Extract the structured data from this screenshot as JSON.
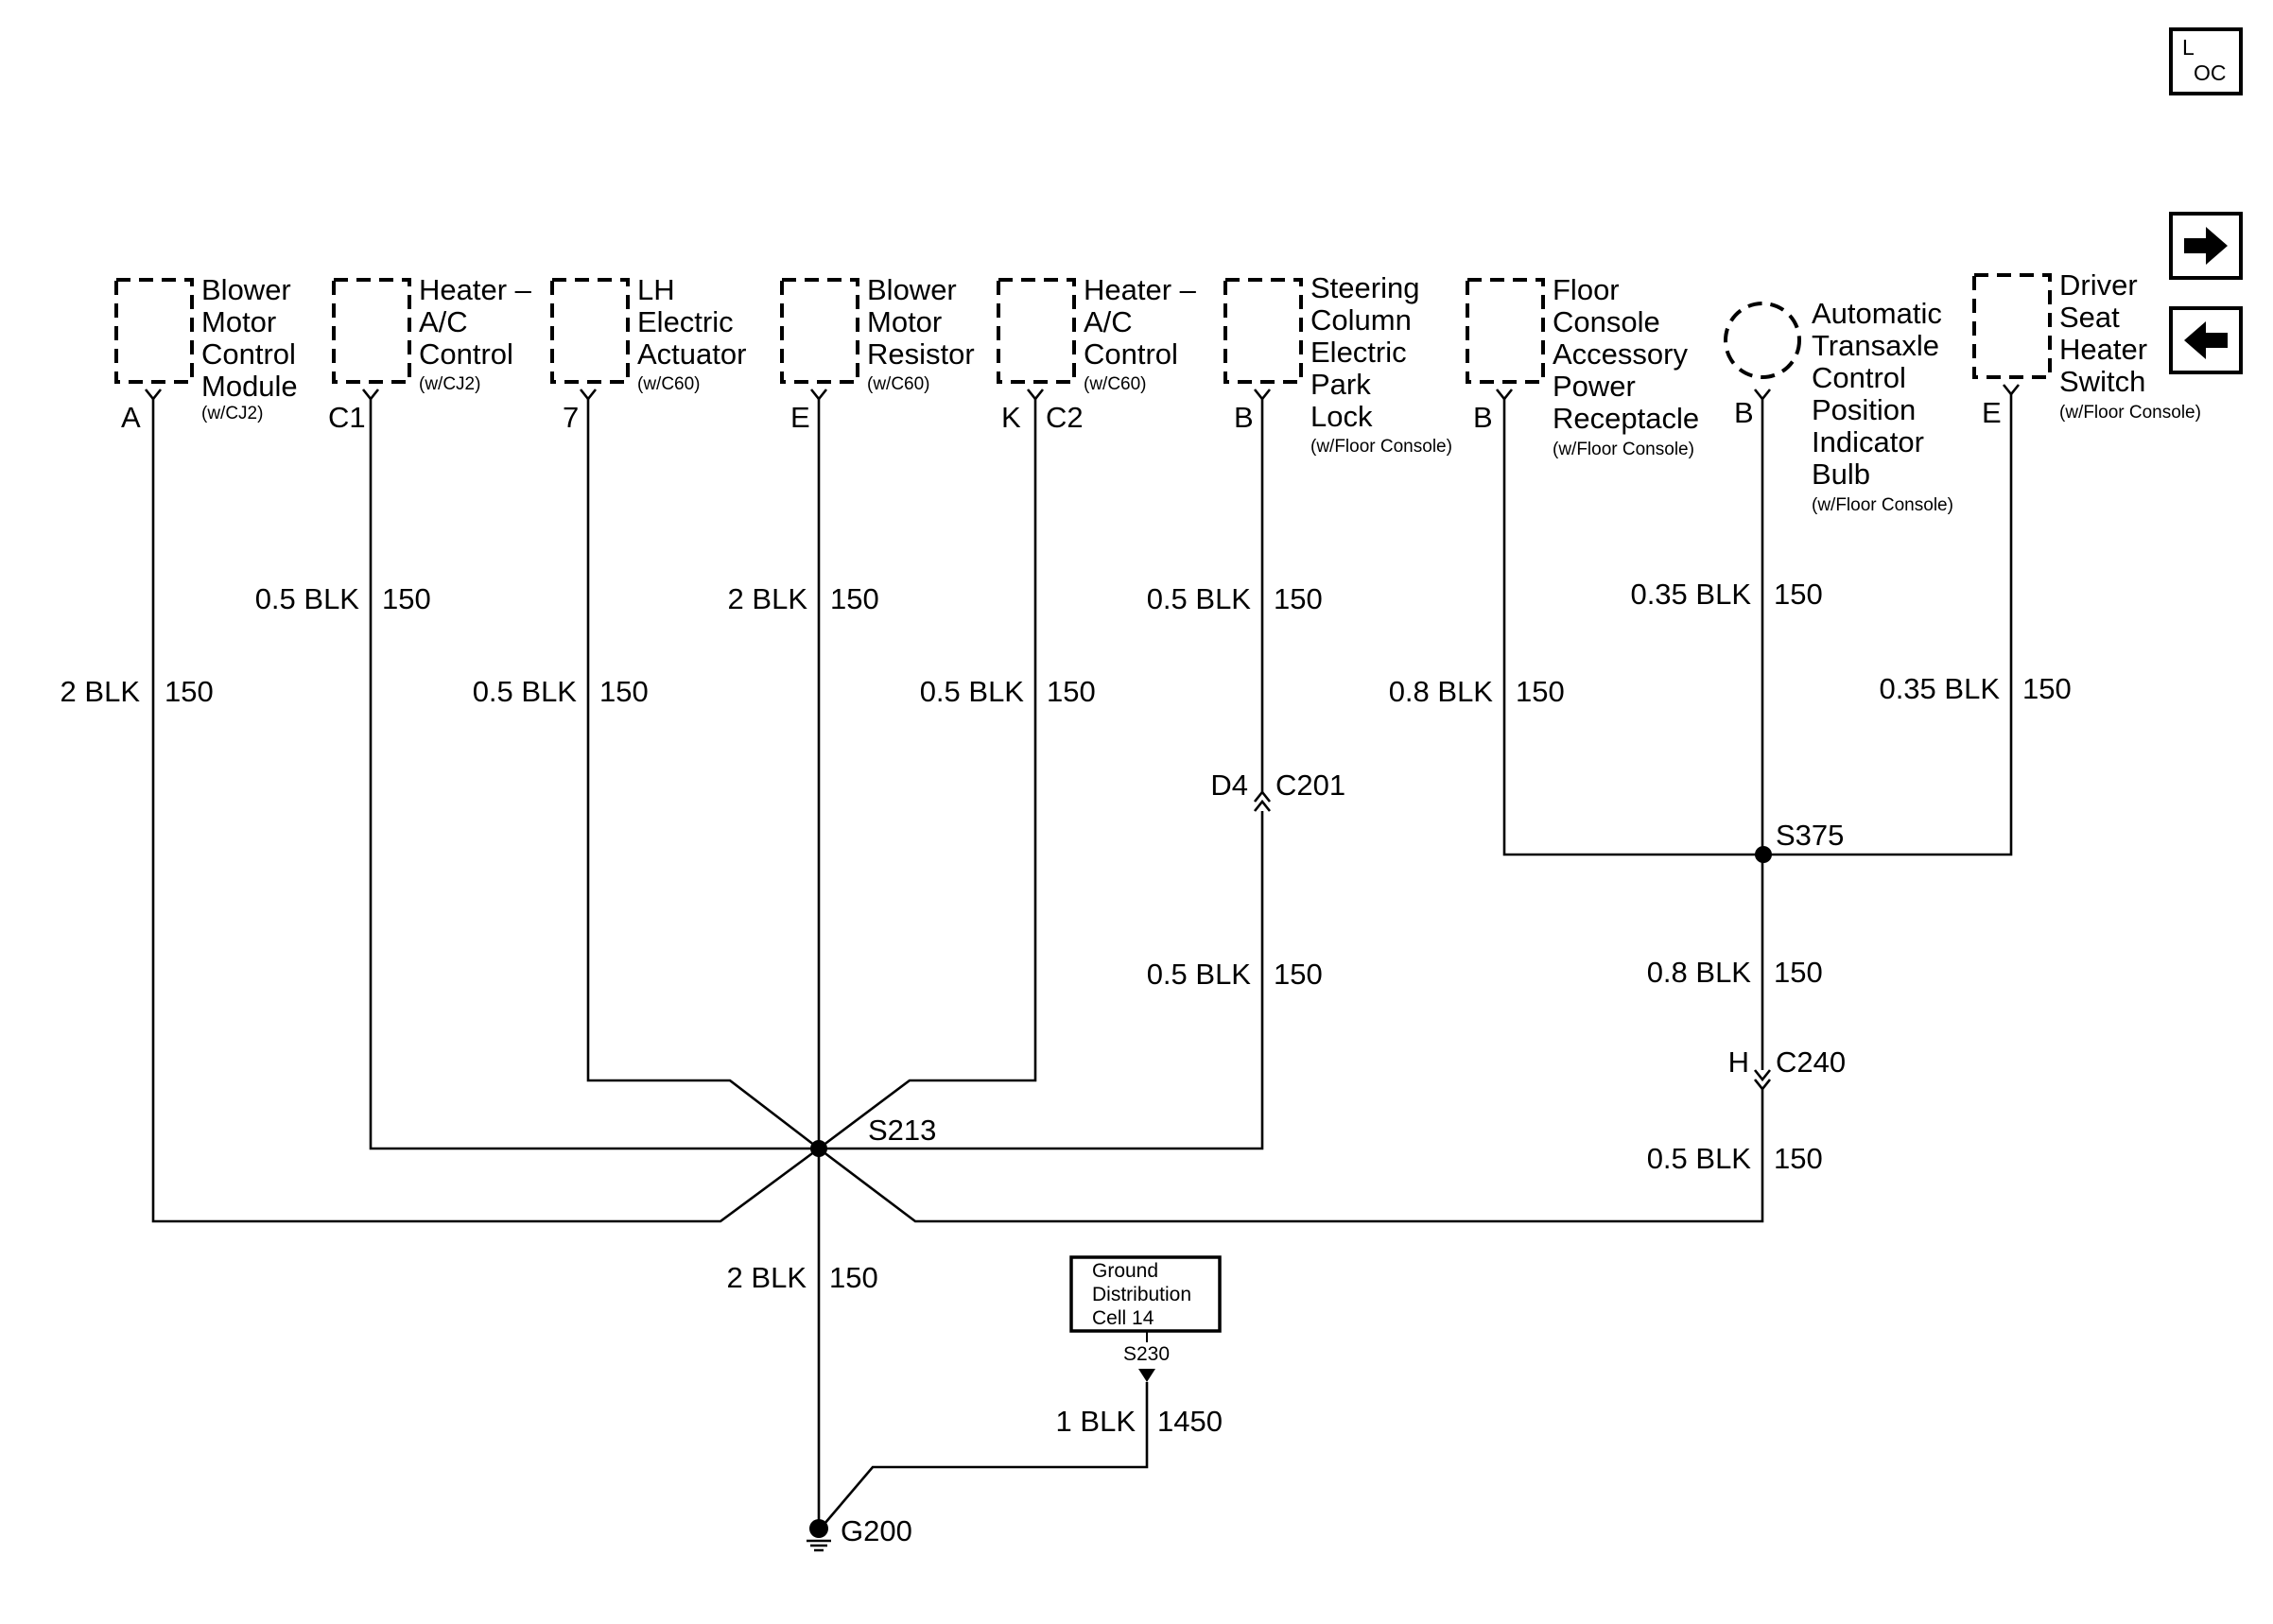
{
  "nav": {
    "loc_top": "L",
    "loc_bottom": "OC",
    "next_icon": "right-arrow-icon",
    "prev_icon": "left-arrow-icon"
  },
  "components": [
    {
      "id": "blower-motor-control-module",
      "lines": [
        "Blower",
        "Motor",
        "Control",
        "Module"
      ],
      "option": "(w/CJ2)",
      "pin": "A"
    },
    {
      "id": "heater-ac-control-cj2",
      "lines": [
        "Heater –",
        "A/C",
        "Control"
      ],
      "option": "(w/CJ2)",
      "pin": "C1"
    },
    {
      "id": "lh-electric-actuator",
      "lines": [
        "LH",
        "Electric",
        "Actuator"
      ],
      "option": "(w/C60)",
      "pin": "7"
    },
    {
      "id": "blower-motor-resistor",
      "lines": [
        "Blower",
        "Motor",
        "Resistor"
      ],
      "option": "(w/C60)",
      "pin": "E"
    },
    {
      "id": "heater-ac-control-c60",
      "lines": [
        "Heater –",
        "A/C",
        "Control"
      ],
      "option": "(w/C60)",
      "pin_left": "K",
      "pin_right": "C2"
    },
    {
      "id": "steering-column-electric-park-lock",
      "lines": [
        "Steering",
        "Column",
        "Electric",
        "Park",
        "Lock"
      ],
      "option": "(w/Floor Console)",
      "pin": "B"
    },
    {
      "id": "floor-console-accessory-power-receptacle",
      "lines": [
        "Floor",
        "Console",
        "Accessory",
        "Power",
        "Receptacle"
      ],
      "option": "(w/Floor Console)",
      "pin": "B"
    },
    {
      "id": "automatic-transaxle-control-position-indicator-bulb",
      "lines": [
        "Automatic",
        "Transaxle",
        "Control",
        "Position",
        "Indicator",
        "Bulb"
      ],
      "option": "(w/Floor Console)",
      "pin": "B"
    },
    {
      "id": "driver-seat-heater-switch",
      "lines": [
        "Driver",
        "Seat",
        "Heater",
        "Switch"
      ],
      "option": "(w/Floor Console)",
      "pin": "E"
    }
  ],
  "wires": [
    {
      "id": "w-blower-module",
      "size": "2 BLK",
      "circuit": "150"
    },
    {
      "id": "w-heater-cj2",
      "size": "0.5 BLK",
      "circuit": "150"
    },
    {
      "id": "w-lh-actuator",
      "size": "0.5 BLK",
      "circuit": "150"
    },
    {
      "id": "w-blower-resistor",
      "size": "2 BLK",
      "circuit": "150"
    },
    {
      "id": "w-heater-c60",
      "size": "0.5 BLK",
      "circuit": "150"
    },
    {
      "id": "w-park-lock-upper",
      "size": "0.5 BLK",
      "circuit": "150"
    },
    {
      "id": "w-park-lock-lower",
      "size": "0.5 BLK",
      "circuit": "150"
    },
    {
      "id": "w-floor-console",
      "size": "0.8 BLK",
      "circuit": "150"
    },
    {
      "id": "w-trans-bulb",
      "size": "0.35 BLK",
      "circuit": "150"
    },
    {
      "id": "w-seat-heater",
      "size": "0.35 BLK",
      "circuit": "150"
    },
    {
      "id": "w-s375-out",
      "size": "0.8 BLK",
      "circuit": "150"
    },
    {
      "id": "w-c240-out",
      "size": "0.5 BLK",
      "circuit": "150"
    },
    {
      "id": "w-s213-ground",
      "size": "2 BLK",
      "circuit": "150"
    },
    {
      "id": "w-s230-ground",
      "size": "1 BLK",
      "circuit": "1450"
    }
  ],
  "connectors": {
    "c201": {
      "pin": "D4",
      "name": "C201"
    },
    "c240": {
      "pin": "H",
      "name": "C240"
    }
  },
  "splices": {
    "s213": "S213",
    "s375": "S375",
    "s230": "S230"
  },
  "ground": {
    "name": "G200"
  },
  "ground_dist": {
    "lines": [
      "Ground",
      "Distribution",
      "Cell 14"
    ]
  }
}
